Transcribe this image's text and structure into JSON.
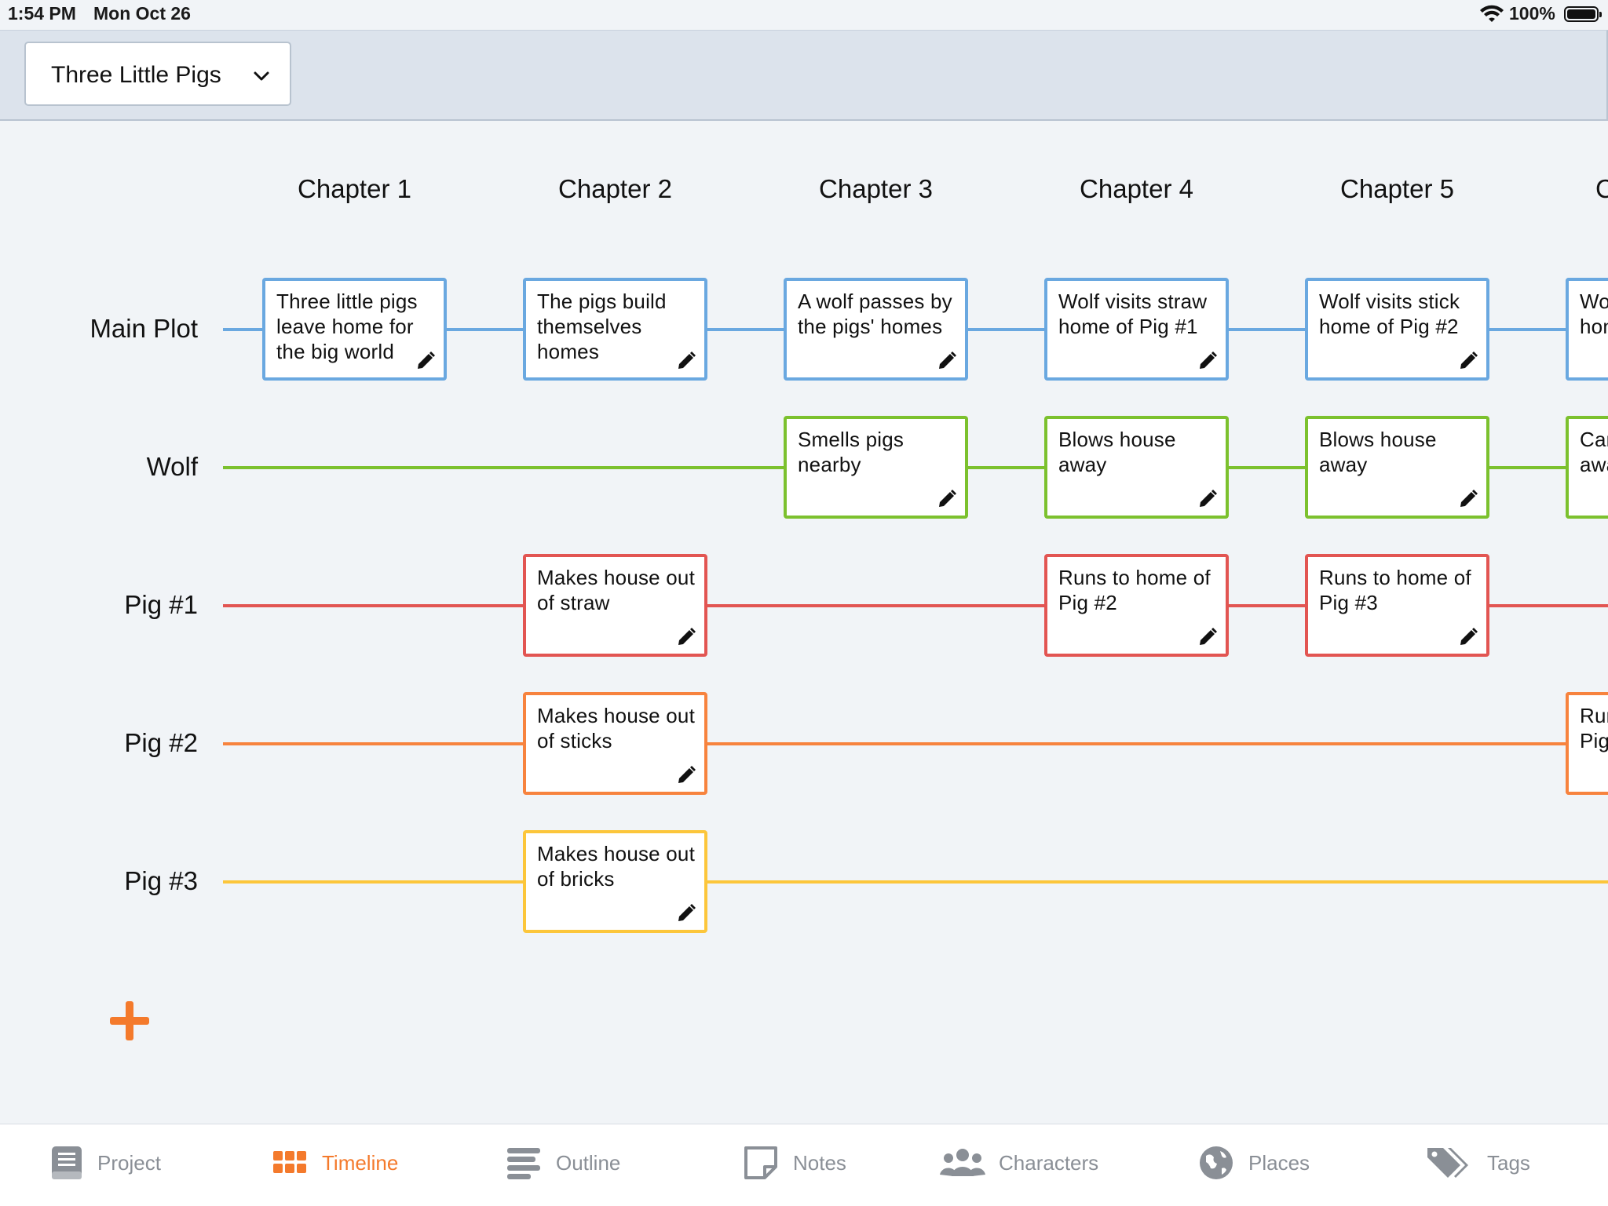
{
  "status_bar": {
    "time": "1:54 PM",
    "date": "Mon Oct 26",
    "battery": "100%"
  },
  "header": {
    "project_name": "Three Little Pigs"
  },
  "chapters": [
    "Chapter 1",
    "Chapter 2",
    "Chapter 3",
    "Chapter 4",
    "Chapter 5",
    "C"
  ],
  "rows": [
    {
      "label": "Main Plot",
      "color": "#6aa8e0",
      "cards": [
        "Three little pigs leave home for the big world",
        "The pigs build themselves homes",
        "A wolf passes by the pigs' homes",
        "Wolf visits straw home of Pig #1",
        "Wolf visits stick home of Pig #2",
        "Wo hon"
      ]
    },
    {
      "label": "Wolf",
      "color": "#7cc12e",
      "cards": [
        "Smells pigs nearby",
        "Blows house away",
        "Blows house away",
        "Car awa"
      ]
    },
    {
      "label": "Pig #1",
      "color": "#e25552",
      "cards": [
        "Makes house out of straw",
        "Runs to home of Pig #2",
        "Runs to home of Pig #3"
      ]
    },
    {
      "label": "Pig #2",
      "color": "#f7833e",
      "cards": [
        "Makes house out of sticks",
        "Rur Pig"
      ]
    },
    {
      "label": "Pig #3",
      "color": "#fcc63b",
      "cards": [
        "Makes house out of bricks"
      ]
    }
  ],
  "add_button": {
    "icon": "plus-icon",
    "color": "#f47a2c"
  },
  "tabs": [
    {
      "label": "Project",
      "icon": "book-icon",
      "active": false
    },
    {
      "label": "Timeline",
      "icon": "grid-icon",
      "active": true
    },
    {
      "label": "Outline",
      "icon": "list-icon",
      "active": false
    },
    {
      "label": "Notes",
      "icon": "note-icon",
      "active": false
    },
    {
      "label": "Characters",
      "icon": "people-icon",
      "active": false
    },
    {
      "label": "Places",
      "icon": "globe-icon",
      "active": false
    },
    {
      "label": "Tags",
      "icon": "tag-icon",
      "active": false
    }
  ],
  "accent_color": "#f47a2c"
}
